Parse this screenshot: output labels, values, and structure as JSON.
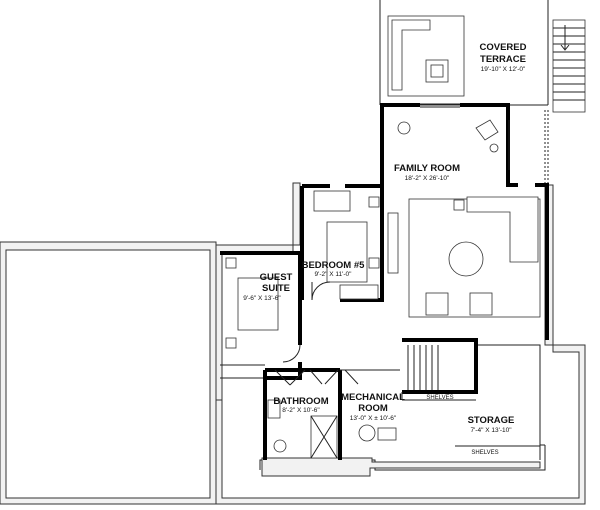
{
  "rooms": {
    "covered_terrace": {
      "name_line1": "COVERED",
      "name_line2": "TERRACE",
      "dims": "19'-10\" X 12'-0\""
    },
    "family_room": {
      "name": "FAMILY ROOM",
      "dims": "18'-2\" X 26'-10\""
    },
    "bedroom5": {
      "name": "BEDROOM #5",
      "dims": "9'-2\" X 11'-0\""
    },
    "guest_suite": {
      "name_line1": "GUEST",
      "name_line2": "SUITE",
      "dims": "9'-6\" X 13'-6\""
    },
    "bathroom": {
      "name": "BATHROOM",
      "dims": "8'-2\" X 10'-6\""
    },
    "mechanical_room": {
      "name_line1": "MECHANICAL",
      "name_line2": "ROOM",
      "dims": "13'-0\" X ± 10'-6\""
    },
    "storage": {
      "name": "STORAGE",
      "dims": "7'-4\" X 13'-10\""
    }
  },
  "labels": {
    "shelves_upper": "SHELVES",
    "shelves_lower": "SHELVES"
  },
  "colors": {
    "walls": "#000000",
    "lines": "#222222",
    "background": "#ffffff"
  }
}
